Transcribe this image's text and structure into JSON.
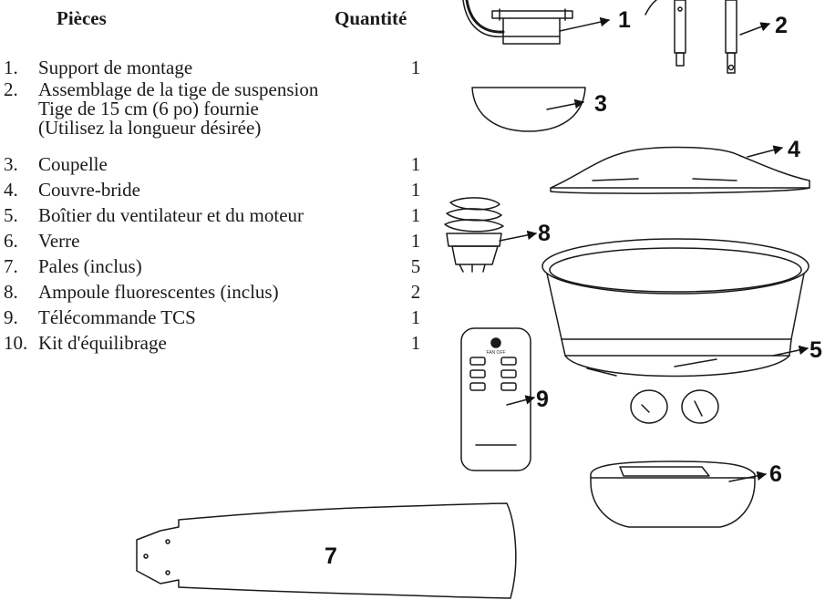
{
  "header": {
    "parts_label": "Pièces",
    "quantity_label": "Quantité"
  },
  "parts": [
    {
      "num": "1.",
      "lines": [
        "Support de montage"
      ],
      "qty": "1"
    },
    {
      "num": "2.",
      "lines": [
        "Assemblage de la tige de suspension",
        "Tige de 15 cm (6 po) fournie",
        "(Utilisez la longueur désirée)"
      ],
      "qty": ""
    },
    {
      "num": "3.",
      "lines": [
        "Coupelle"
      ],
      "qty": "1"
    },
    {
      "num": "4.",
      "lines": [
        "Couvre-bride"
      ],
      "qty": "1"
    },
    {
      "num": "5.",
      "lines": [
        "Boîtier du ventilateur et du moteur"
      ],
      "qty": "1"
    },
    {
      "num": "6.",
      "lines": [
        "Verre"
      ],
      "qty": "1"
    },
    {
      "num": "7.",
      "lines": [
        "Pales (inclus)"
      ],
      "qty": "5"
    },
    {
      "num": "8.",
      "lines": [
        "Ampoule fluorescentes (inclus)"
      ],
      "qty": "2"
    },
    {
      "num": "9.",
      "lines": [
        "Télécommande TCS"
      ],
      "qty": "1"
    },
    {
      "num": "10.",
      "lines": [
        "Kit d'équilibrage"
      ],
      "qty": "1"
    }
  ],
  "callouts": {
    "c1": "1",
    "c2": "2",
    "c3": "3",
    "c4": "4",
    "c5": "5",
    "c6": "6",
    "c7": "7",
    "c8": "8",
    "c9": "9"
  },
  "remote": {
    "fan_off_label": "FAN OFF"
  }
}
